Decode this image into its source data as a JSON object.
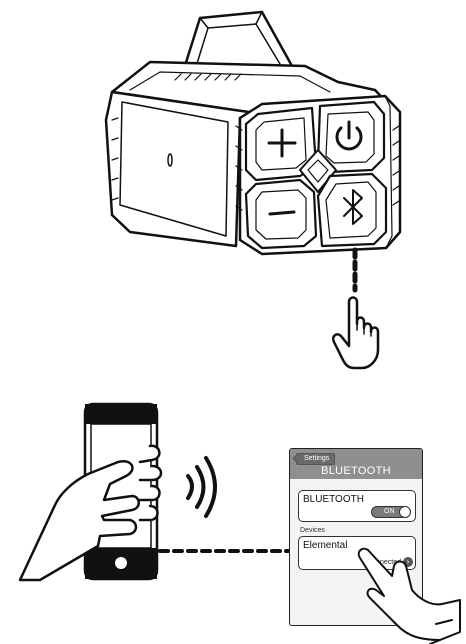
{
  "settings_screen": {
    "back_label": "Settings",
    "title": "BLUETOOTH",
    "bluetooth_label": "BLUETOOTH",
    "toggle_state": "ON",
    "devices_header": "Devices",
    "device_name": "Elemental",
    "device_status": "Connected"
  },
  "icons": [
    "speaker",
    "plus-button",
    "power-button",
    "minus-button",
    "bluetooth-button",
    "pointing-hand",
    "smartphone",
    "wireless-signal",
    "tapping-hand"
  ],
  "colors": {
    "line": "#111111",
    "header": "#8f8f8f",
    "toggle": "#7a7a7a"
  }
}
